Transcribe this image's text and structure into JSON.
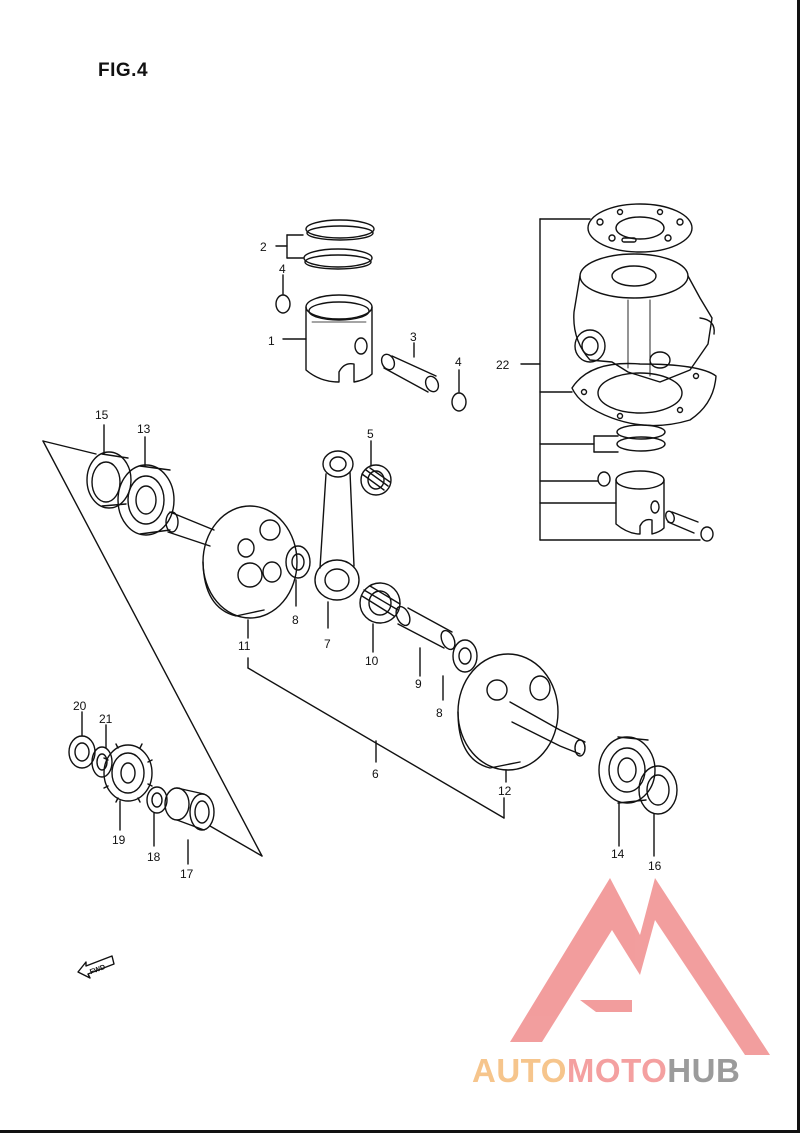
{
  "figure": {
    "title": "FIG.4"
  },
  "callouts": [
    {
      "id": "c1",
      "label": "1"
    },
    {
      "id": "c2",
      "label": "2"
    },
    {
      "id": "c3",
      "label": "3"
    },
    {
      "id": "c4a",
      "label": "4"
    },
    {
      "id": "c4b",
      "label": "4"
    },
    {
      "id": "c5",
      "label": "5"
    },
    {
      "id": "c6",
      "label": "6"
    },
    {
      "id": "c7",
      "label": "7"
    },
    {
      "id": "c8a",
      "label": "8"
    },
    {
      "id": "c8b",
      "label": "8"
    },
    {
      "id": "c9",
      "label": "9"
    },
    {
      "id": "c10",
      "label": "10"
    },
    {
      "id": "c11",
      "label": "11"
    },
    {
      "id": "c12",
      "label": "12"
    },
    {
      "id": "c13",
      "label": "13"
    },
    {
      "id": "c14",
      "label": "14"
    },
    {
      "id": "c15",
      "label": "15"
    },
    {
      "id": "c16",
      "label": "16"
    },
    {
      "id": "c17",
      "label": "17"
    },
    {
      "id": "c18",
      "label": "18"
    },
    {
      "id": "c19",
      "label": "19"
    },
    {
      "id": "c20",
      "label": "20"
    },
    {
      "id": "c21",
      "label": "21"
    },
    {
      "id": "c22",
      "label": "22"
    }
  ],
  "fwd_arrow": {
    "label": "FWD"
  },
  "watermark": {
    "part1": "AUTO",
    "part2": "MOTO",
    "part3": "HUB",
    "colors": {
      "part1": "#f6c58c",
      "part2": "#f4a0a0",
      "part3": "#9b9b9b",
      "logo": "#f08d8d"
    }
  }
}
